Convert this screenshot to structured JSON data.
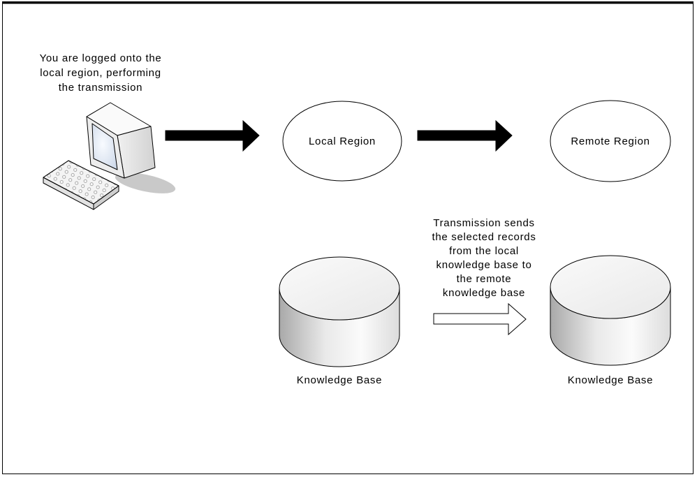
{
  "diagram": {
    "caption": "You are logged onto the\nlocal region, performing\nthe transmission",
    "note": "Transmission sends\nthe selected records\nfrom the local\nknowledge base to\nthe remote\nknowledge base",
    "nodes": {
      "local_region": {
        "label": "Local Region",
        "shape": "ellipse"
      },
      "remote_region": {
        "label": "Remote Region",
        "shape": "ellipse"
      },
      "local_knowledge_base": {
        "label": "Knowledge Base",
        "shape": "cylinder"
      },
      "remote_knowledge_base": {
        "label": "Knowledge Base",
        "shape": "cylinder"
      }
    },
    "icons": {
      "computer": "computer-workstation-icon",
      "arrow_computer_to_local": "solid-black-right-arrow",
      "arrow_local_to_remote": "solid-black-right-arrow",
      "arrow_transmission": "outline-white-right-arrow"
    },
    "colors": {
      "background": "#ffffff",
      "line": "#000000",
      "solid_arrow": "#000000",
      "outline_arrow_fill": "#ffffff",
      "cylinder_dark": "#a9a9a9",
      "cylinder_light": "#fbfbfb",
      "screen_tint": "#ccd7e8",
      "shadow": "#c9c9c9"
    }
  }
}
